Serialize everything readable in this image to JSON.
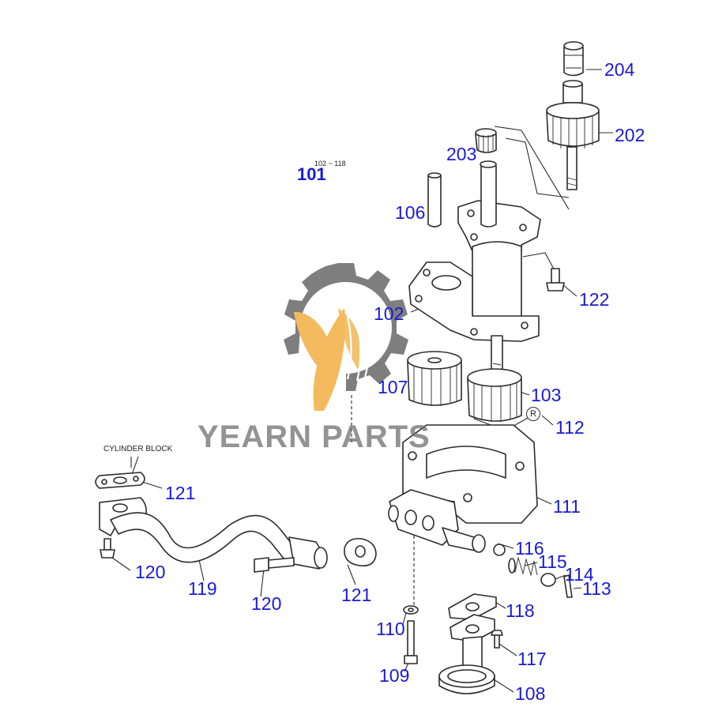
{
  "diagram": {
    "assembly": {
      "number": "101",
      "range_note": "102 ~ 118"
    },
    "note_cylinder_block": "CYLINDER BLOCK",
    "registered_mark": "R",
    "callouts": [
      {
        "id": "204",
        "label": "204"
      },
      {
        "id": "202",
        "label": "202"
      },
      {
        "id": "203",
        "label": "203"
      },
      {
        "id": "106",
        "label": "106"
      },
      {
        "id": "122",
        "label": "122"
      },
      {
        "id": "102",
        "label": "102"
      },
      {
        "id": "107",
        "label": "107"
      },
      {
        "id": "103",
        "label": "103"
      },
      {
        "id": "112",
        "label": "112"
      },
      {
        "id": "111",
        "label": "111"
      },
      {
        "id": "121a",
        "label": "121"
      },
      {
        "id": "120a",
        "label": "120"
      },
      {
        "id": "119",
        "label": "119"
      },
      {
        "id": "120b",
        "label": "120"
      },
      {
        "id": "121b",
        "label": "121"
      },
      {
        "id": "116",
        "label": "116"
      },
      {
        "id": "115",
        "label": "115"
      },
      {
        "id": "114",
        "label": "114"
      },
      {
        "id": "113",
        "label": "113"
      },
      {
        "id": "118",
        "label": "118"
      },
      {
        "id": "110",
        "label": "110"
      },
      {
        "id": "117",
        "label": "117"
      },
      {
        "id": "109",
        "label": "109"
      },
      {
        "id": "108",
        "label": "108"
      }
    ],
    "label_color": "#1a1ad6",
    "line_color": "#2b2b2b"
  },
  "watermark": {
    "text": "YEARN PARTS",
    "gear_color": "#5a5a5a",
    "leaf_color": "#f0a830",
    "text_color": "#6a6a6a"
  }
}
